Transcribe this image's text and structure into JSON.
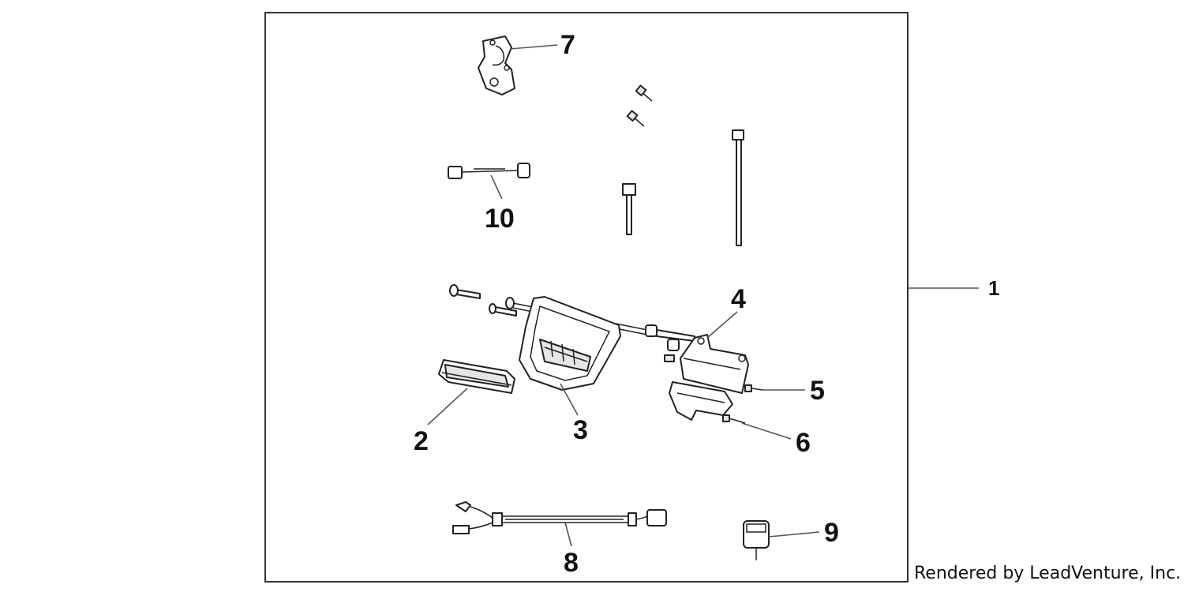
{
  "diagram": {
    "callouts": [
      "1",
      "2",
      "3",
      "4",
      "5",
      "6",
      "7",
      "8",
      "9",
      "10"
    ],
    "credit": "Rendered by LeadVenture, Inc."
  },
  "colors": {
    "line": "#222222",
    "frame": "#333333",
    "background": "#ffffff"
  }
}
